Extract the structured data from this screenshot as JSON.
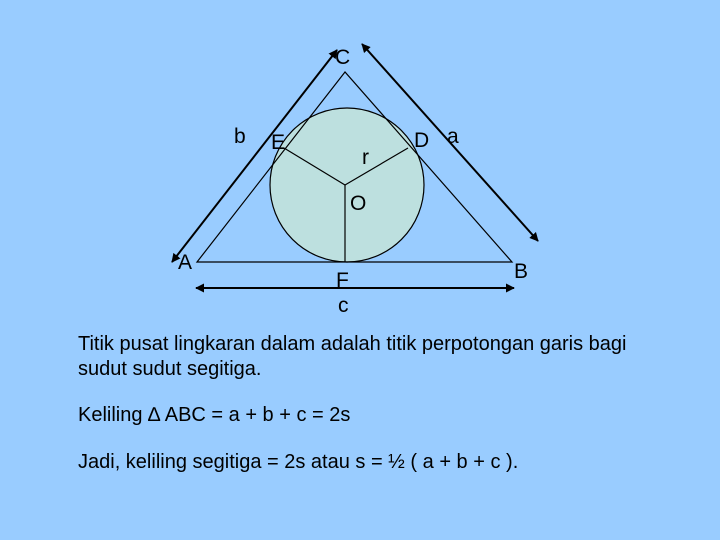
{
  "diagram": {
    "labels": {
      "C": "C",
      "A": "A",
      "B": "B",
      "D": "D",
      "E": "E",
      "F": "F",
      "O": "O",
      "r": "r",
      "a": "a",
      "b": "b",
      "c": "c"
    },
    "colors": {
      "background": "#99ccff",
      "circle_fill": "#bde0df",
      "line": "#000000"
    }
  },
  "text": {
    "line1": "Titik pusat lingkaran dalam adalah titik perpotongan garis bagi sudut sudut segitiga.",
    "line2": "Keliling ∆ ABC  =  a + b + c  =  2s",
    "line3": "Jadi, keliling segitiga = 2s atau  s = ½ ( a + b + c )."
  }
}
